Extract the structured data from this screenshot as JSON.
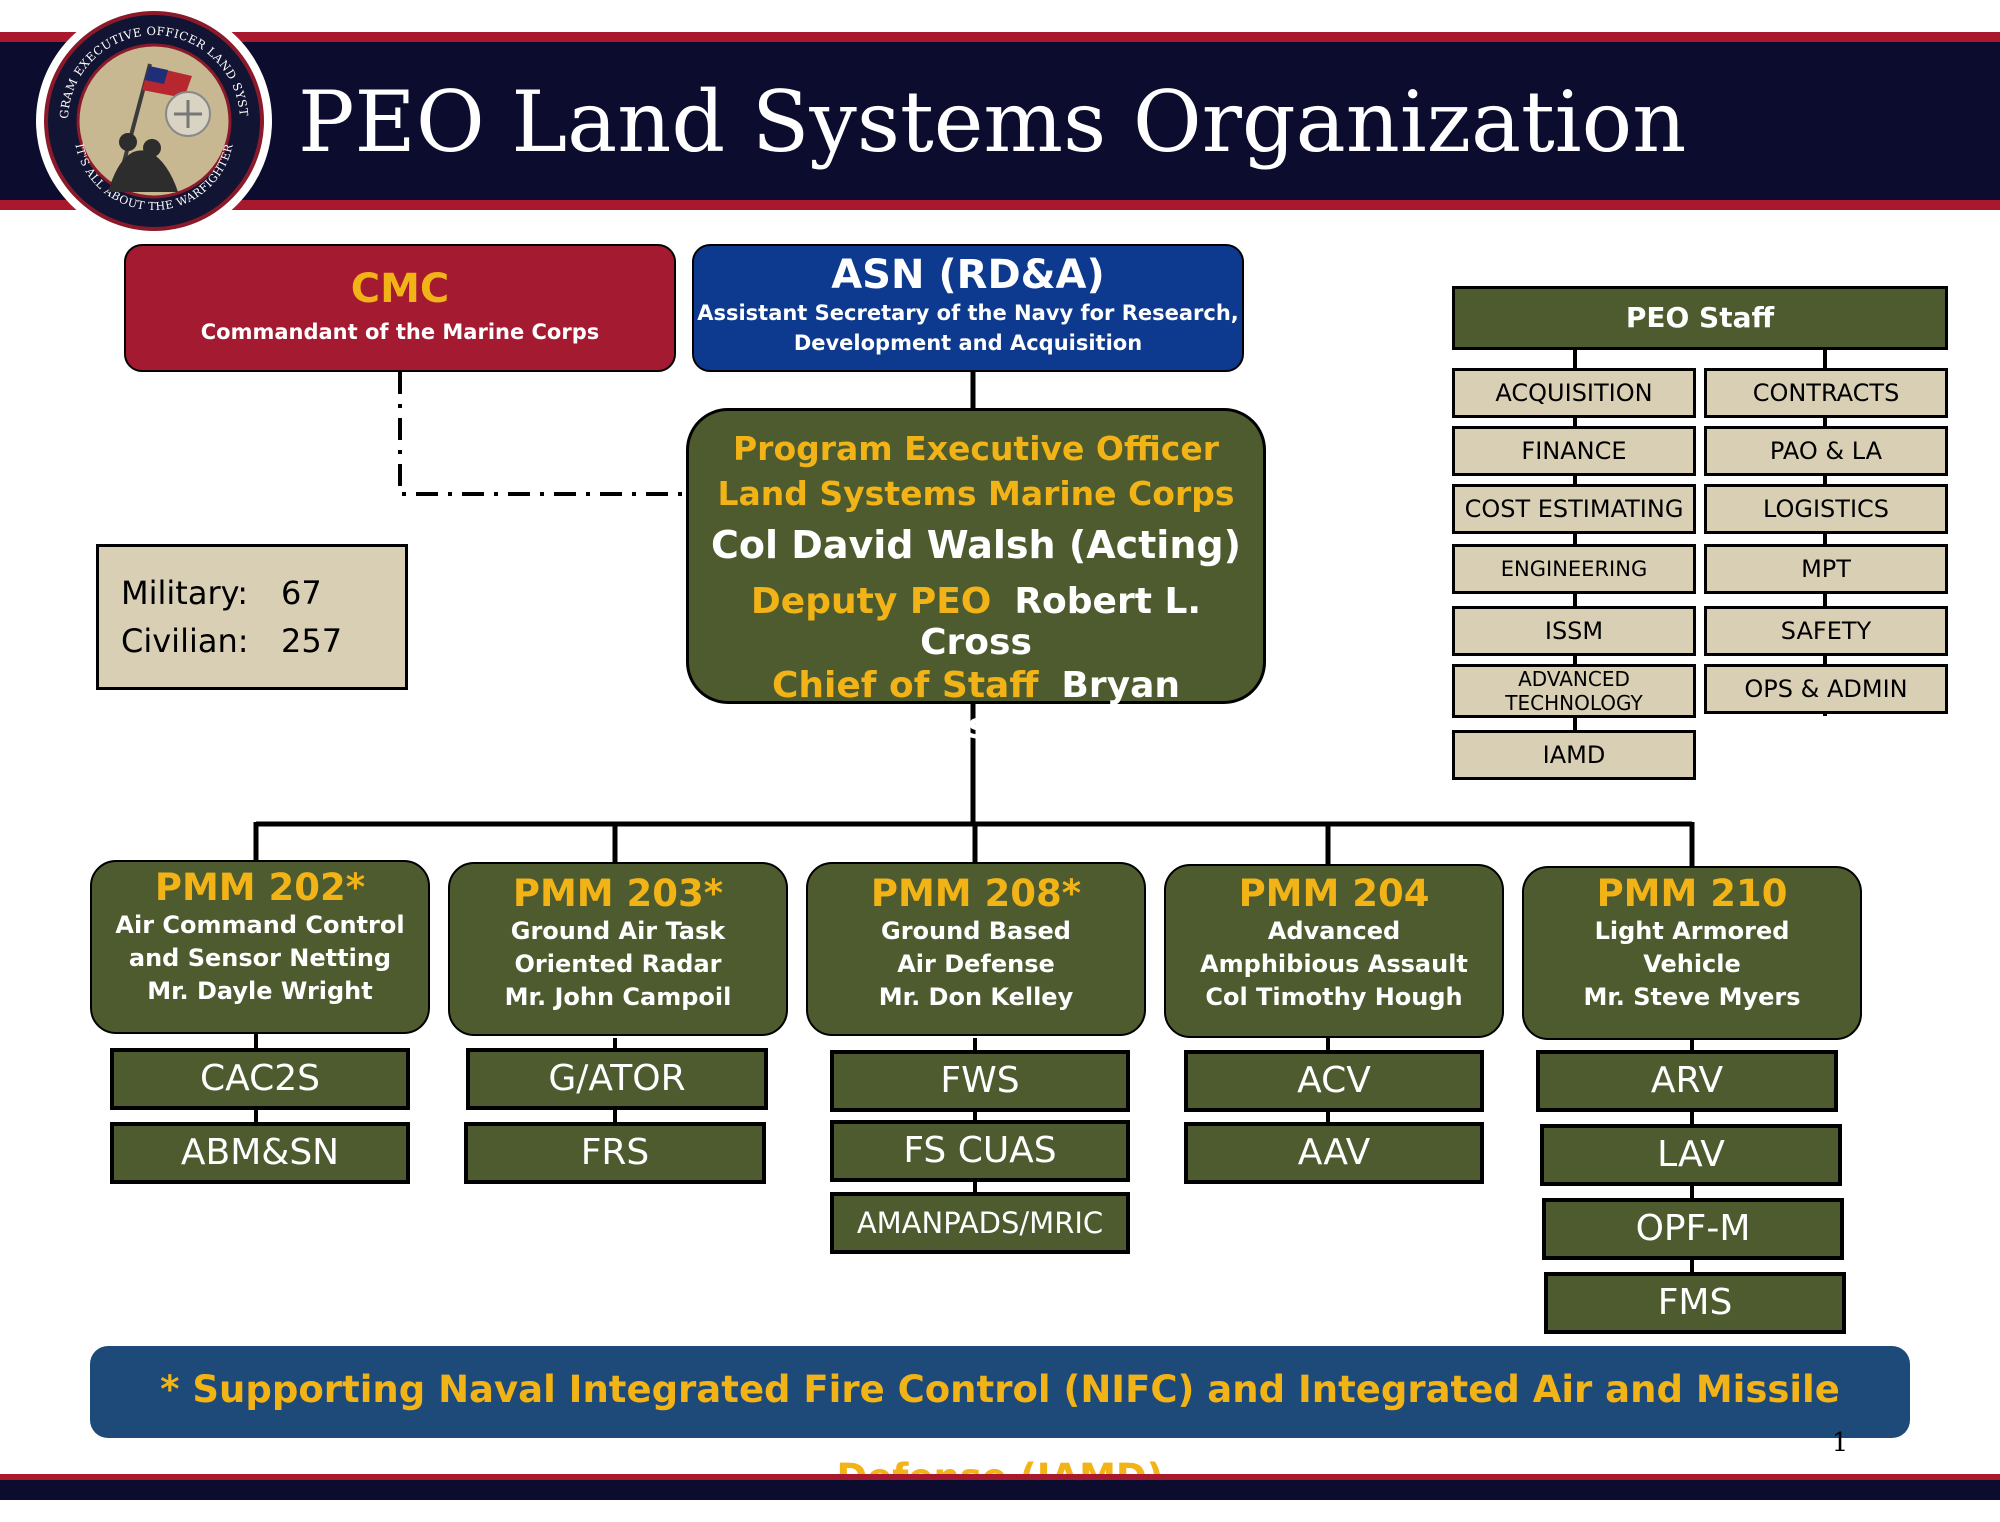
{
  "header": {
    "title": "PEO Land Systems Organization"
  },
  "seal": {
    "ring_text_top": "PROGRAM EXECUTIVE OFFICER LAND SYSTEMS",
    "ring_text_bottom": "IT'S ALL ABOUT THE WARFIGHTER"
  },
  "cmc": {
    "title": "CMC",
    "subtitle": "Commandant of the Marine Corps"
  },
  "asn": {
    "title": "ASN (RD&A)",
    "subtitle_line1": "Assistant Secretary of the Navy for Research,",
    "subtitle_line2": "Development and Acquisition"
  },
  "peo": {
    "line1": "Program Executive Officer",
    "line2": "Land Systems Marine Corps",
    "name": "Col David Walsh (Acting)",
    "deputy_label": "Deputy PEO",
    "deputy_name": "Robert L. Cross",
    "cos_label": "Chief of Staff",
    "cos_name": "Bryan Prosser"
  },
  "counts": {
    "military_label": "Military:",
    "military": "67",
    "civilian_label": "Civilian:",
    "civilian": "257"
  },
  "staff": {
    "title": "PEO Staff",
    "left": [
      "ACQUISITION",
      "FINANCE",
      "COST ESTIMATING",
      "ENGINEERING",
      "ISSM",
      "ADVANCED TECHNOLOGY",
      "IAMD"
    ],
    "right": [
      "CONTRACTS",
      "PAO & LA",
      "LOGISTICS",
      "MPT",
      "SAFETY",
      "OPS & ADMIN"
    ]
  },
  "pmms": [
    {
      "title": "PMM 202*",
      "lines": [
        "Air Command Control",
        "and Sensor Netting",
        "Mr. Dayle Wright"
      ],
      "programs": [
        "CAC2S",
        "ABM&SN"
      ]
    },
    {
      "title": "PMM 203*",
      "lines": [
        "Ground Air Task",
        "Oriented Radar",
        "Mr. John Campoil"
      ],
      "programs": [
        "G/ATOR",
        "FRS"
      ]
    },
    {
      "title": "PMM 208*",
      "lines": [
        "Ground Based",
        "Air Defense",
        "Mr. Don Kelley"
      ],
      "programs": [
        "FWS",
        "FS CUAS",
        "AMANPADS/MRIC"
      ]
    },
    {
      "title": "PMM 204",
      "lines": [
        "Advanced",
        "Amphibious Assault",
        "Col Timothy Hough"
      ],
      "programs": [
        "ACV",
        "AAV"
      ]
    },
    {
      "title": "PMM 210",
      "lines": [
        "Light Armored",
        "Vehicle",
        "Mr. Steve Myers"
      ],
      "programs": [
        "ARV",
        "LAV",
        "OPF-M",
        "FMS"
      ]
    }
  ],
  "note": "* Supporting Naval Integrated Fire Control (NIFC) and Integrated Air and Missile Defense (IAMD)",
  "page_number": "1",
  "colors": {
    "navy": "#0b0c2e",
    "red": "#a8192e",
    "olive": "#4d5b2f",
    "tan": "#d8cfb4",
    "gold": "#f2b317",
    "blue": "#0d3a8e"
  }
}
